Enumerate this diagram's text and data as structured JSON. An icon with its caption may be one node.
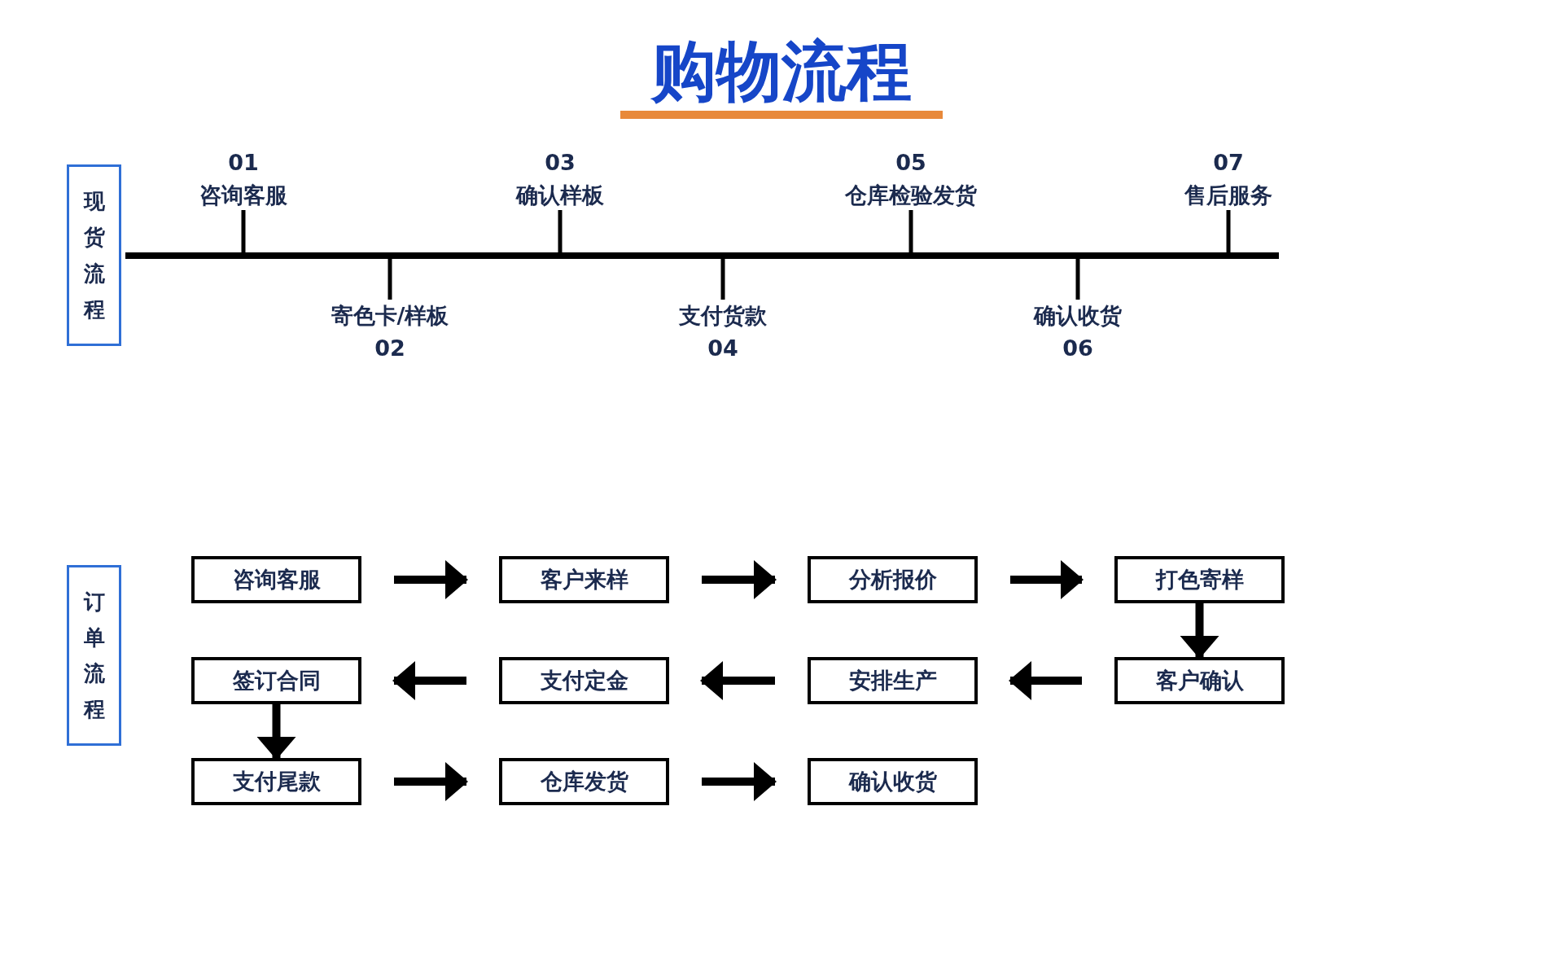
{
  "diagram": {
    "title": "购物流程",
    "nodes": [
      {
        "text": [
          "现货流程"
        ]
      },
      {
        "text": [
          "01",
          "咨询客服"
        ]
      },
      {
        "text": [
          "寄色卡/样板",
          "02"
        ]
      },
      {
        "text": [
          "03",
          "确认样板"
        ]
      },
      {
        "text": [
          "支付货款",
          "04"
        ]
      },
      {
        "text": [
          "05",
          "仓库检验发货"
        ]
      },
      {
        "text": [
          "确认收货",
          "06"
        ]
      },
      {
        "text": [
          "07",
          "售后服务"
        ]
      },
      {
        "text": [
          "订单流程"
        ]
      },
      {
        "text": [
          "咨询客服"
        ]
      },
      {
        "text": [
          "客户来样"
        ]
      },
      {
        "text": [
          "分析报价"
        ]
      },
      {
        "text": [
          "打色寄样"
        ]
      },
      {
        "text": [
          "签订合同"
        ]
      },
      {
        "text": [
          "支付定金"
        ]
      },
      {
        "text": [
          "安排生产"
        ]
      },
      {
        "text": [
          "客户确认"
        ]
      },
      {
        "text": [
          "支付尾款"
        ]
      },
      {
        "text": [
          "仓库发货"
        ]
      },
      {
        "text": [
          "确认收货"
        ]
      },
      {
        "text": [],
        "shape": "bar"
      }
    ],
    "edges": [
      {
        "from": 9,
        "to": 10,
        "arrow": "to"
      },
      {
        "from": 1,
        "to": 20,
        "arrow": "none"
      },
      {
        "from": 2,
        "to": 20,
        "arrow": "none"
      },
      {
        "from": 3,
        "to": 20,
        "arrow": "none"
      },
      {
        "from": 4,
        "to": 20,
        "arrow": "none"
      },
      {
        "from": 5,
        "to": 20,
        "arrow": "none"
      },
      {
        "from": 6,
        "to": 20,
        "arrow": "none"
      },
      {
        "from": 7,
        "to": 20,
        "arrow": "none"
      },
      {
        "from": 10,
        "to": 11,
        "arrow": "to"
      },
      {
        "from": 11,
        "to": 12,
        "arrow": "to"
      },
      {
        "from": 12,
        "to": 16,
        "arrow": "to"
      },
      {
        "from": 16,
        "to": 15,
        "arrow": "to"
      },
      {
        "from": 15,
        "to": 14,
        "arrow": "to"
      },
      {
        "from": 14,
        "to": 13,
        "arrow": "to"
      },
      {
        "from": 13,
        "to": 17,
        "arrow": "to"
      },
      {
        "from": 17,
        "to": 18,
        "arrow": "to"
      },
      {
        "from": 18,
        "to": 19,
        "arrow": "to"
      }
    ]
  }
}
